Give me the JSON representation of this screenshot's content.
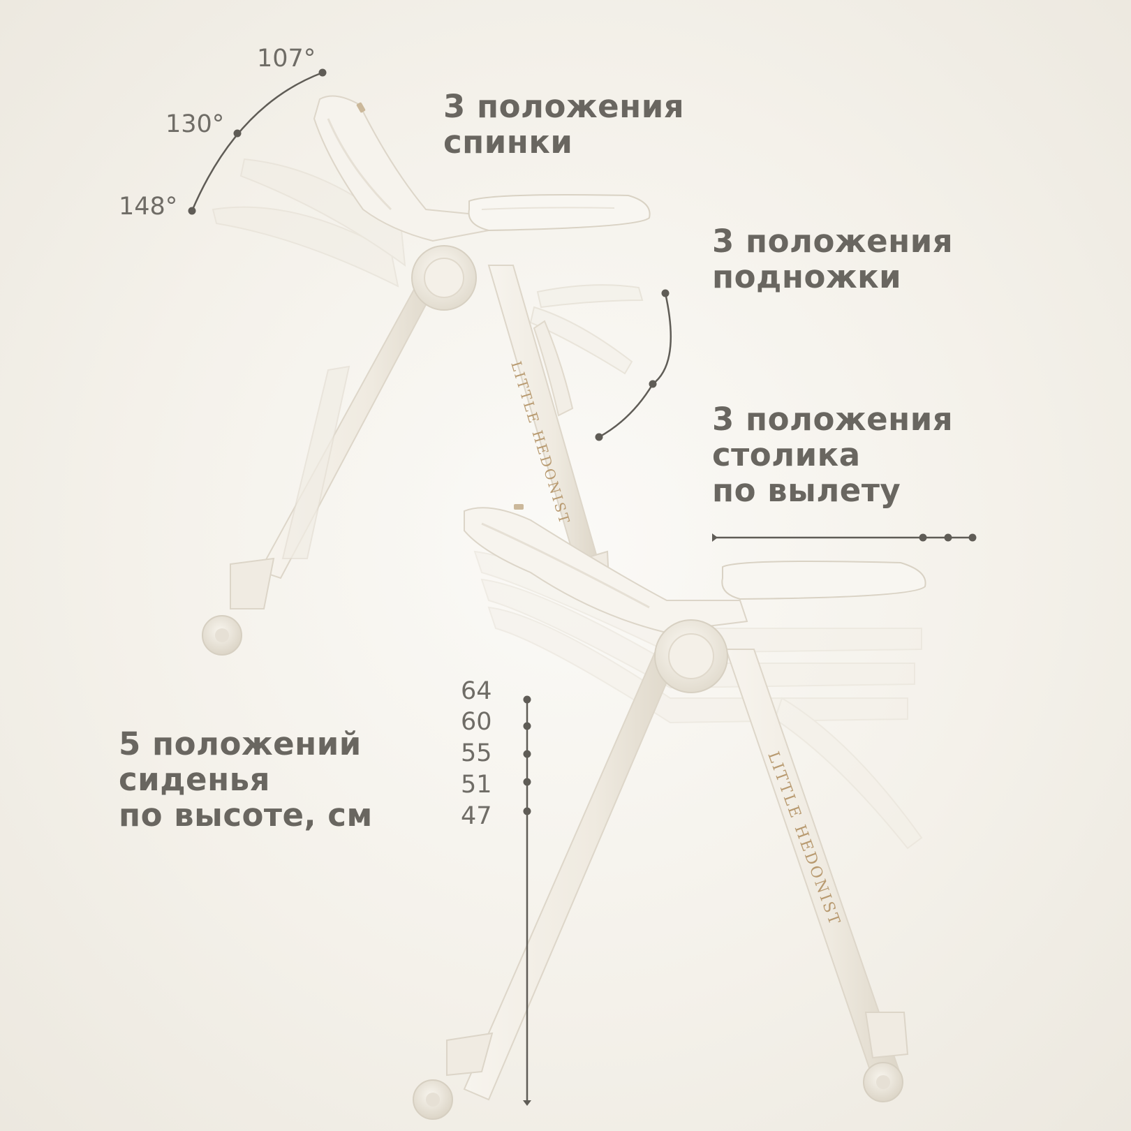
{
  "backrest": {
    "title_line1": "3 положения",
    "title_line2": "спинки",
    "angles": [
      "107°",
      "130°",
      "148°"
    ]
  },
  "footrest": {
    "title_line1": "3 положения",
    "title_line2": "подножки"
  },
  "tray": {
    "title_line1": "3 положения",
    "title_line2": "столика",
    "title_line3": "по вылету"
  },
  "seat_height": {
    "title_line1": "5 положений",
    "title_line2": "сиденья",
    "title_line3": "по высоте, см",
    "values": [
      "64",
      "60",
      "55",
      "51",
      "47"
    ]
  },
  "brand": {
    "wordmark": "LITTLE HEDONIST"
  },
  "colors": {
    "text": "#696660",
    "indicator": "#5f5c56",
    "chair_body": "#f3efe6",
    "chair_shade": "#e3ddd0",
    "brand_gold": "#b89a70"
  }
}
